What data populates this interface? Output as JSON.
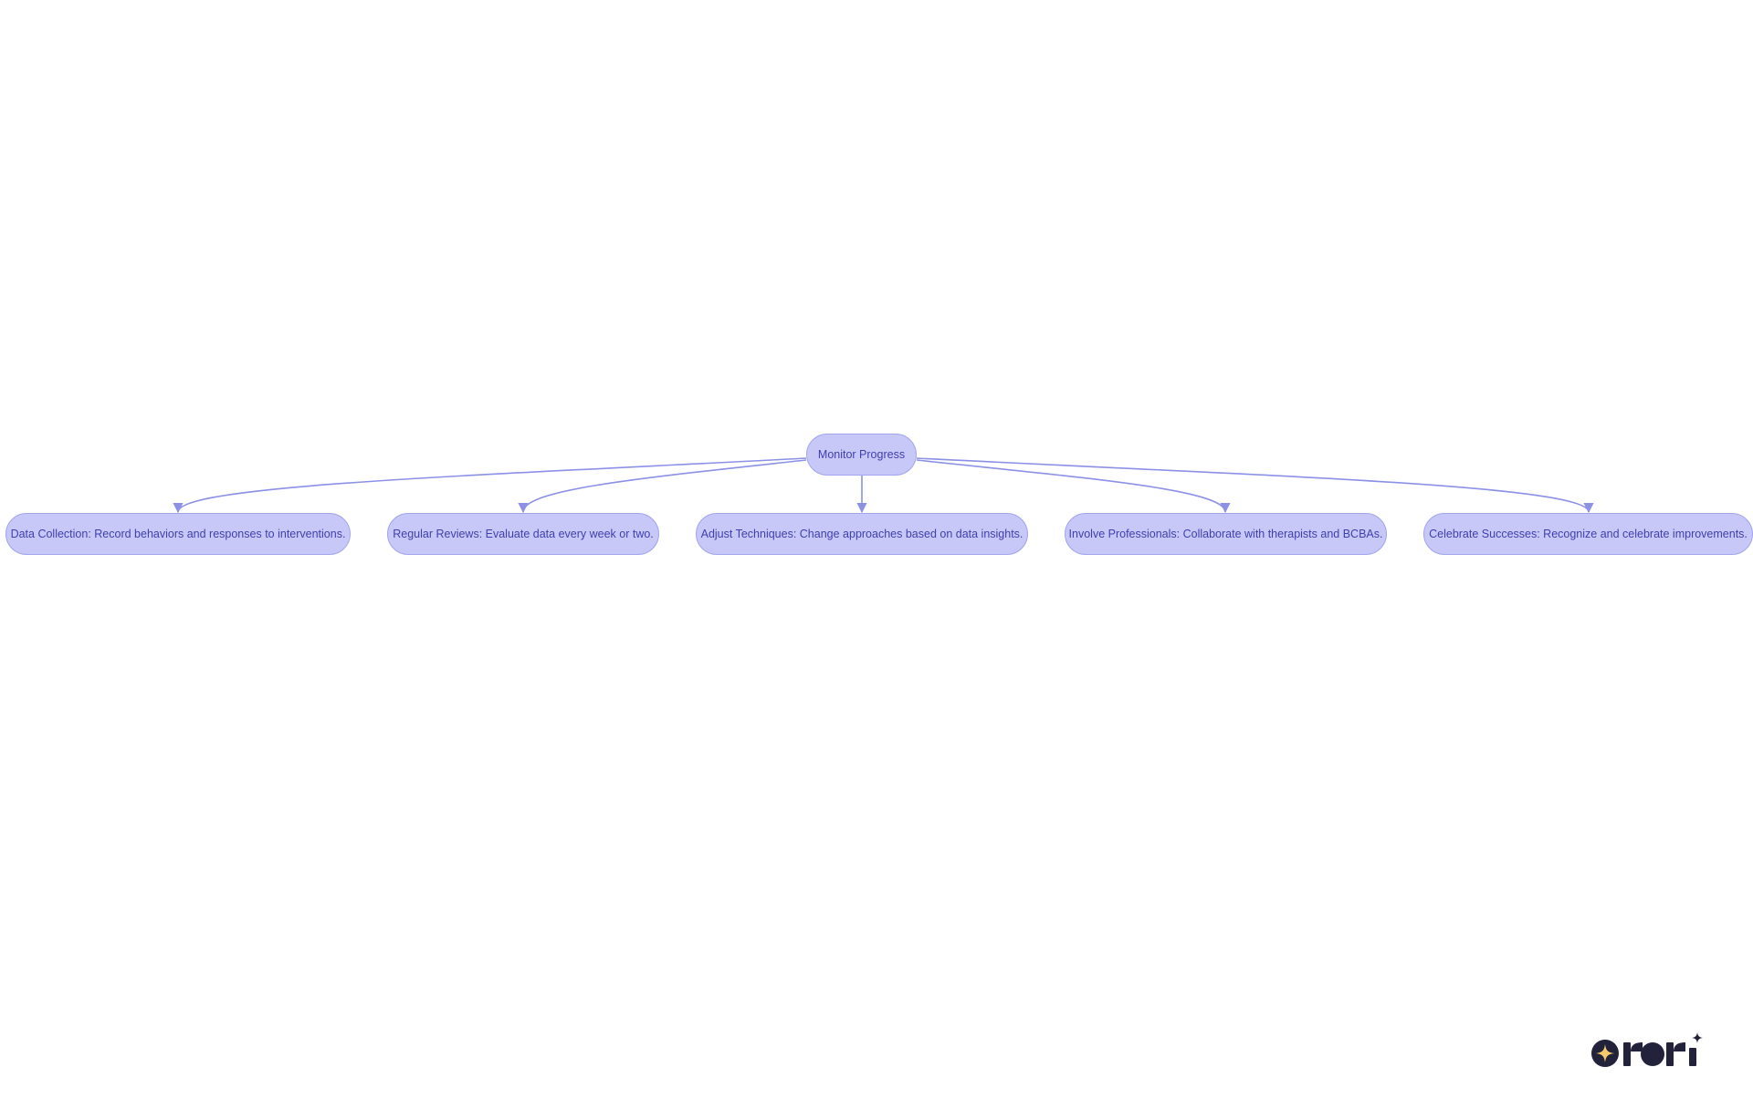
{
  "diagram": {
    "root": {
      "label": "Monitor Progress"
    },
    "children": [
      {
        "label": "Data Collection: Record behaviors and responses to interventions."
      },
      {
        "label": "Regular Reviews: Evaluate data every week or two."
      },
      {
        "label": "Adjust Techniques: Change approaches based on data insights."
      },
      {
        "label": "Involve Professionals: Collaborate with therapists and BCBAs."
      },
      {
        "label": "Celebrate Successes: Recognize and celebrate improvements."
      }
    ],
    "colors": {
      "node_fill": "#c7c8f7",
      "node_border": "#a3a6ee",
      "text": "#3f3fb0",
      "edge": "#8d91e6"
    }
  },
  "branding": {
    "logo_text": "rori",
    "logo_icon": "sparkle-star-icon",
    "colors": {
      "logo_dark": "#22223a",
      "logo_star": "#f5c86a"
    }
  }
}
